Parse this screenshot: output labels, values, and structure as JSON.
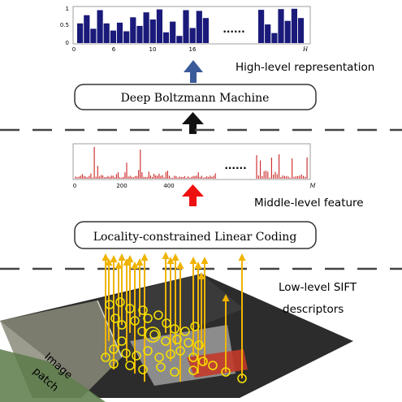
{
  "top_histogram": {
    "values": [
      0.55,
      0.78,
      0.4,
      0.92,
      0.55,
      0.35,
      0.57,
      0.33,
      0.72,
      0.48,
      0.86,
      0.66,
      0.94,
      0.3,
      0.6,
      0.2,
      0.92,
      0.42,
      0.9,
      0.7,
      0.93,
      0.52,
      0.28,
      0.95,
      0.62,
      0.96,
      0.7
    ],
    "bar_color": "#1a1a7a",
    "y_ticks": [
      "1",
      "0.5",
      "0"
    ],
    "x_ticks": [
      "0",
      "6",
      "10",
      "16"
    ],
    "x_end_label": "H",
    "ellipsis": "......"
  },
  "high_level_label": "High-level representation",
  "dbm_label": "Deep Boltzmann Machine",
  "middle_histogram": {
    "bar_color": "#cc2222",
    "x_ticks": [
      "0",
      "200",
      "400"
    ],
    "x_end_label": "M",
    "ellipsis": "......"
  },
  "middle_level_label": "Middle-level feature",
  "llc_label": "Locality-constrained Linear Coding",
  "low_level_label_line1": "Low-level SIFT",
  "low_level_label_line2": "descriptors",
  "patch_label_line1": "Image",
  "patch_label_line2": "patch",
  "colors": {
    "arrow_blue": "#3a5a9a",
    "arrow_black": "#111111",
    "arrow_red": "#ee1111",
    "arrow_yellow": "#f0b400",
    "dash": "#444444",
    "patch": "#2c2c2c"
  }
}
